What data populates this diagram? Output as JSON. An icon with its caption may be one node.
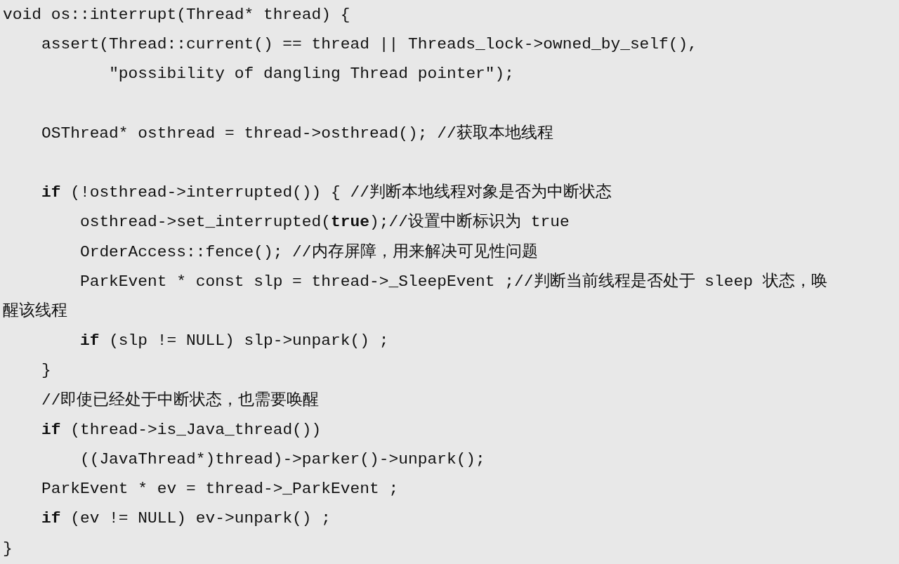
{
  "diagram": {
    "labels": [
      "void os::interrupt(Thread* thread) {",
      "assert(Thread::current() == thread || Threads_lock->owned_by_self(),",
      "\"possibility of dangling Thread pointer\");",
      "OSThread* osthread = thread->osthread(); //获取本地线程",
      "**if** (!osthread->interrupted()) { //判断本地线程对象是否为中断状态",
      "osthread->set_interrupted(**true**);//设置中断标识为 true",
      "OrderAccess::fence(); //内存屏障，用来解决可见性问题",
      "ParkEvent * const slp = thread->_SleepEvent ;//判断当前线程是否处于 sleep 状态，唤醒该线程",
      "**if** (slp != NULL) slp->unpark() ;",
      "}",
      "//即使已经处于中断状态，也需要唤醒",
      "**if** (thread->is_Java_thread())",
      "((JavaThread*)thread)->parker()->unpark();",
      "ParkEvent * ev = thread->_ParkEvent ;",
      "**if** (ev != NULL) ev->unpark() ;",
      "}"
    ]
  }
}
